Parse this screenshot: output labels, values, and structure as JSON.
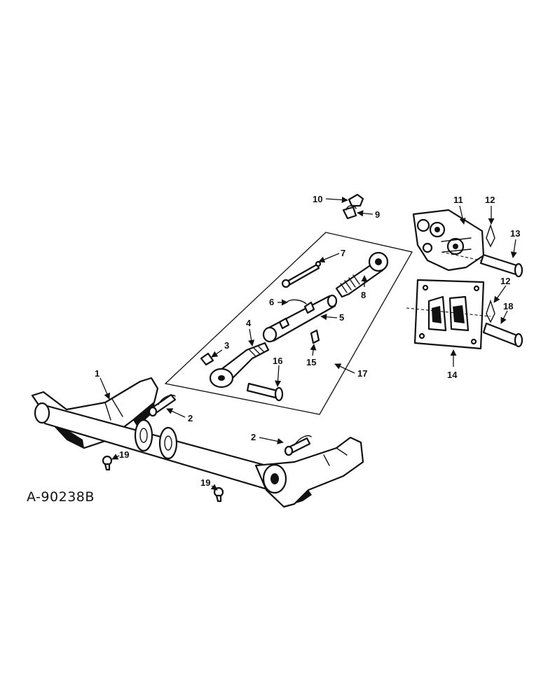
{
  "figure_id": "A-90238B",
  "callouts": {
    "c1": "1",
    "c2a": "2",
    "c2b": "2",
    "c3": "3",
    "c4": "4",
    "c5": "5",
    "c6": "6",
    "c7": "7",
    "c8": "8",
    "c9": "9",
    "c10": "10",
    "c11": "11",
    "c12a": "12",
    "c12b": "12",
    "c13": "13",
    "c14": "14",
    "c15": "15",
    "c16": "16",
    "c17": "17",
    "c18": "18",
    "c19a": "19",
    "c19b": "19"
  }
}
